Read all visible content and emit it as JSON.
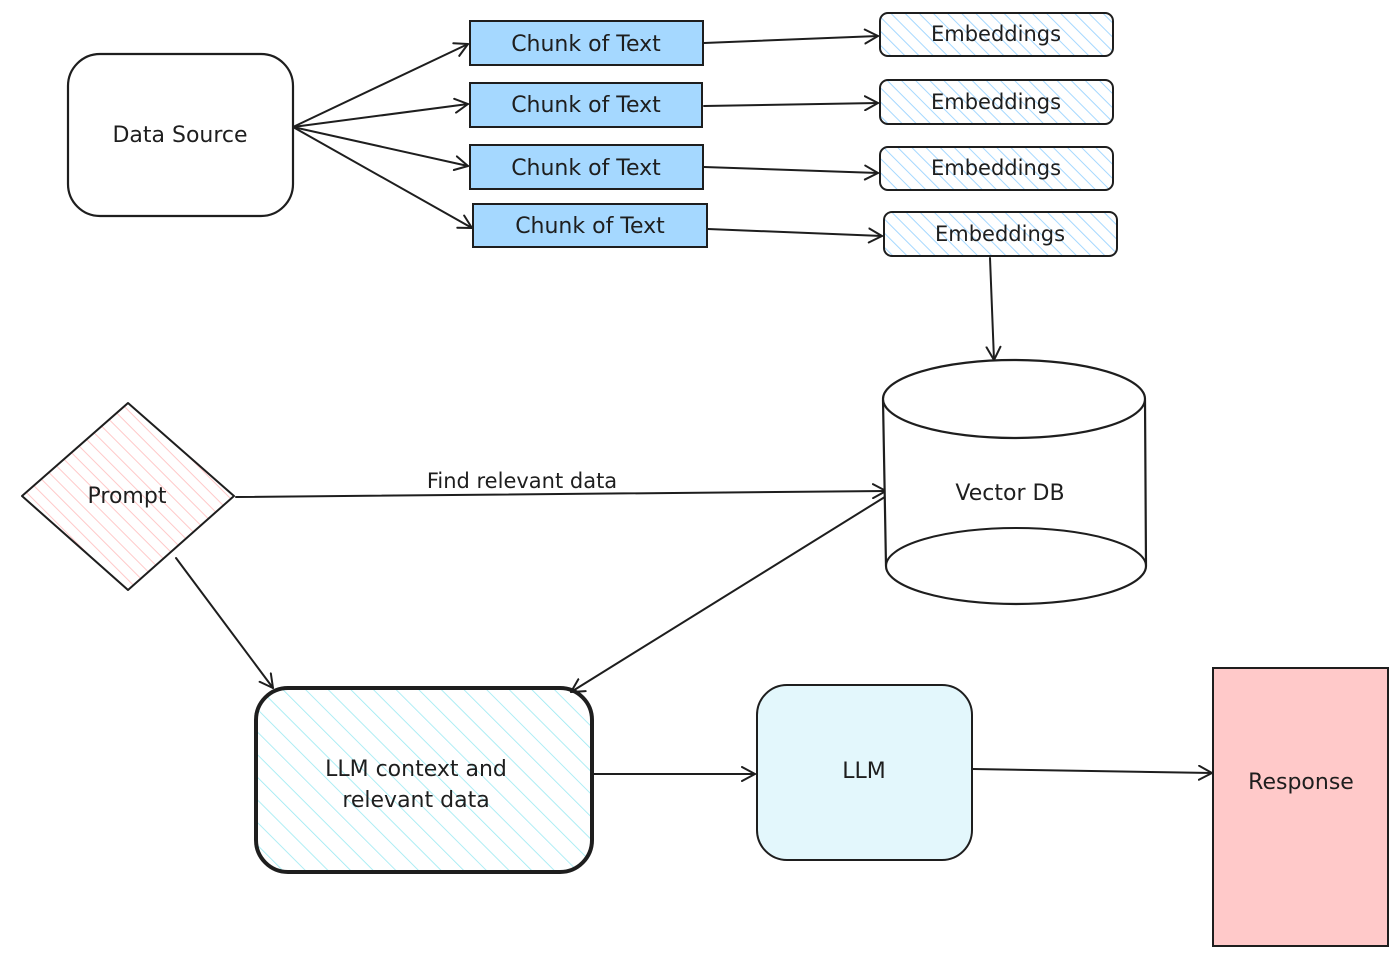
{
  "nodes": {
    "data_source": "Data Source",
    "chunks": [
      "Chunk of Text",
      "Chunk of Text",
      "Chunk of Text",
      "Chunk of Text"
    ],
    "embeddings": [
      "Embeddings",
      "Embeddings",
      "Embeddings",
      "Embeddings"
    ],
    "vector_db": "Vector DB",
    "prompt": "Prompt",
    "llm_context_line1": "LLM context and",
    "llm_context_line2": "relevant data",
    "llm": "LLM",
    "response": "Response"
  },
  "edges": {
    "find_relevant_data": "Find relevant data"
  },
  "colors": {
    "chunk_fill": "#a5d8ff",
    "embeddings_hatch": "#a5d8ff",
    "prompt_hatch": "#ffc9c9",
    "llm_context_hatch": "#99e9f2",
    "llm_fill": "#e3f7fc",
    "response_fill": "#ffc9c9",
    "stroke": "#1e1e1e"
  }
}
